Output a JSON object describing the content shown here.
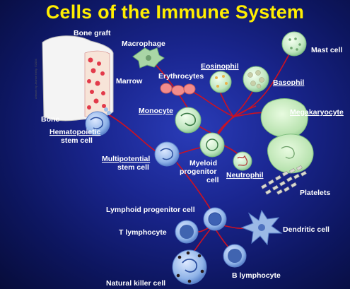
{
  "title": "Cells of the Immune System",
  "credit": "Artwork by Jeanne Kelly. ©2004",
  "labels": {
    "bone_graft": "Bone graft",
    "marrow": "Marrow",
    "bone": "Bone",
    "hematopoietic_1": "Hematopoietic",
    "hematopoietic_2": "stem cell",
    "macrophage": "Macrophage",
    "eosinophil": "Eosinophil",
    "erythrocytes": "Erythrocytes",
    "basophil": "Basophil",
    "mast_cell": "Mast cell",
    "monocyte": "Monocyte",
    "megakaryocyte": "Megakaryocyte",
    "multipotential_1": "Multipotential",
    "multipotential_2": "stem cell",
    "myeloid_1": "Myeloid",
    "myeloid_2": "progenitor",
    "myeloid_3": "cell",
    "neutrophil": "Neutrophil",
    "platelets": "Platelets",
    "lymphoid": "Lymphoid progenitor cell",
    "t_lymphocyte": "T lymphocyte",
    "dendritic": "Dendritic cell",
    "b_lymphocyte": "B lymphocyte",
    "nk_cell": "Natural killer cell"
  },
  "colors": {
    "title": "#ffee00",
    "connector": "#cc1122",
    "label": "#ffffff",
    "myeloid_cell": "#cfeccf",
    "lymphoid_cell": "#8fb3e8",
    "erythrocyte": "#f28c8c"
  }
}
